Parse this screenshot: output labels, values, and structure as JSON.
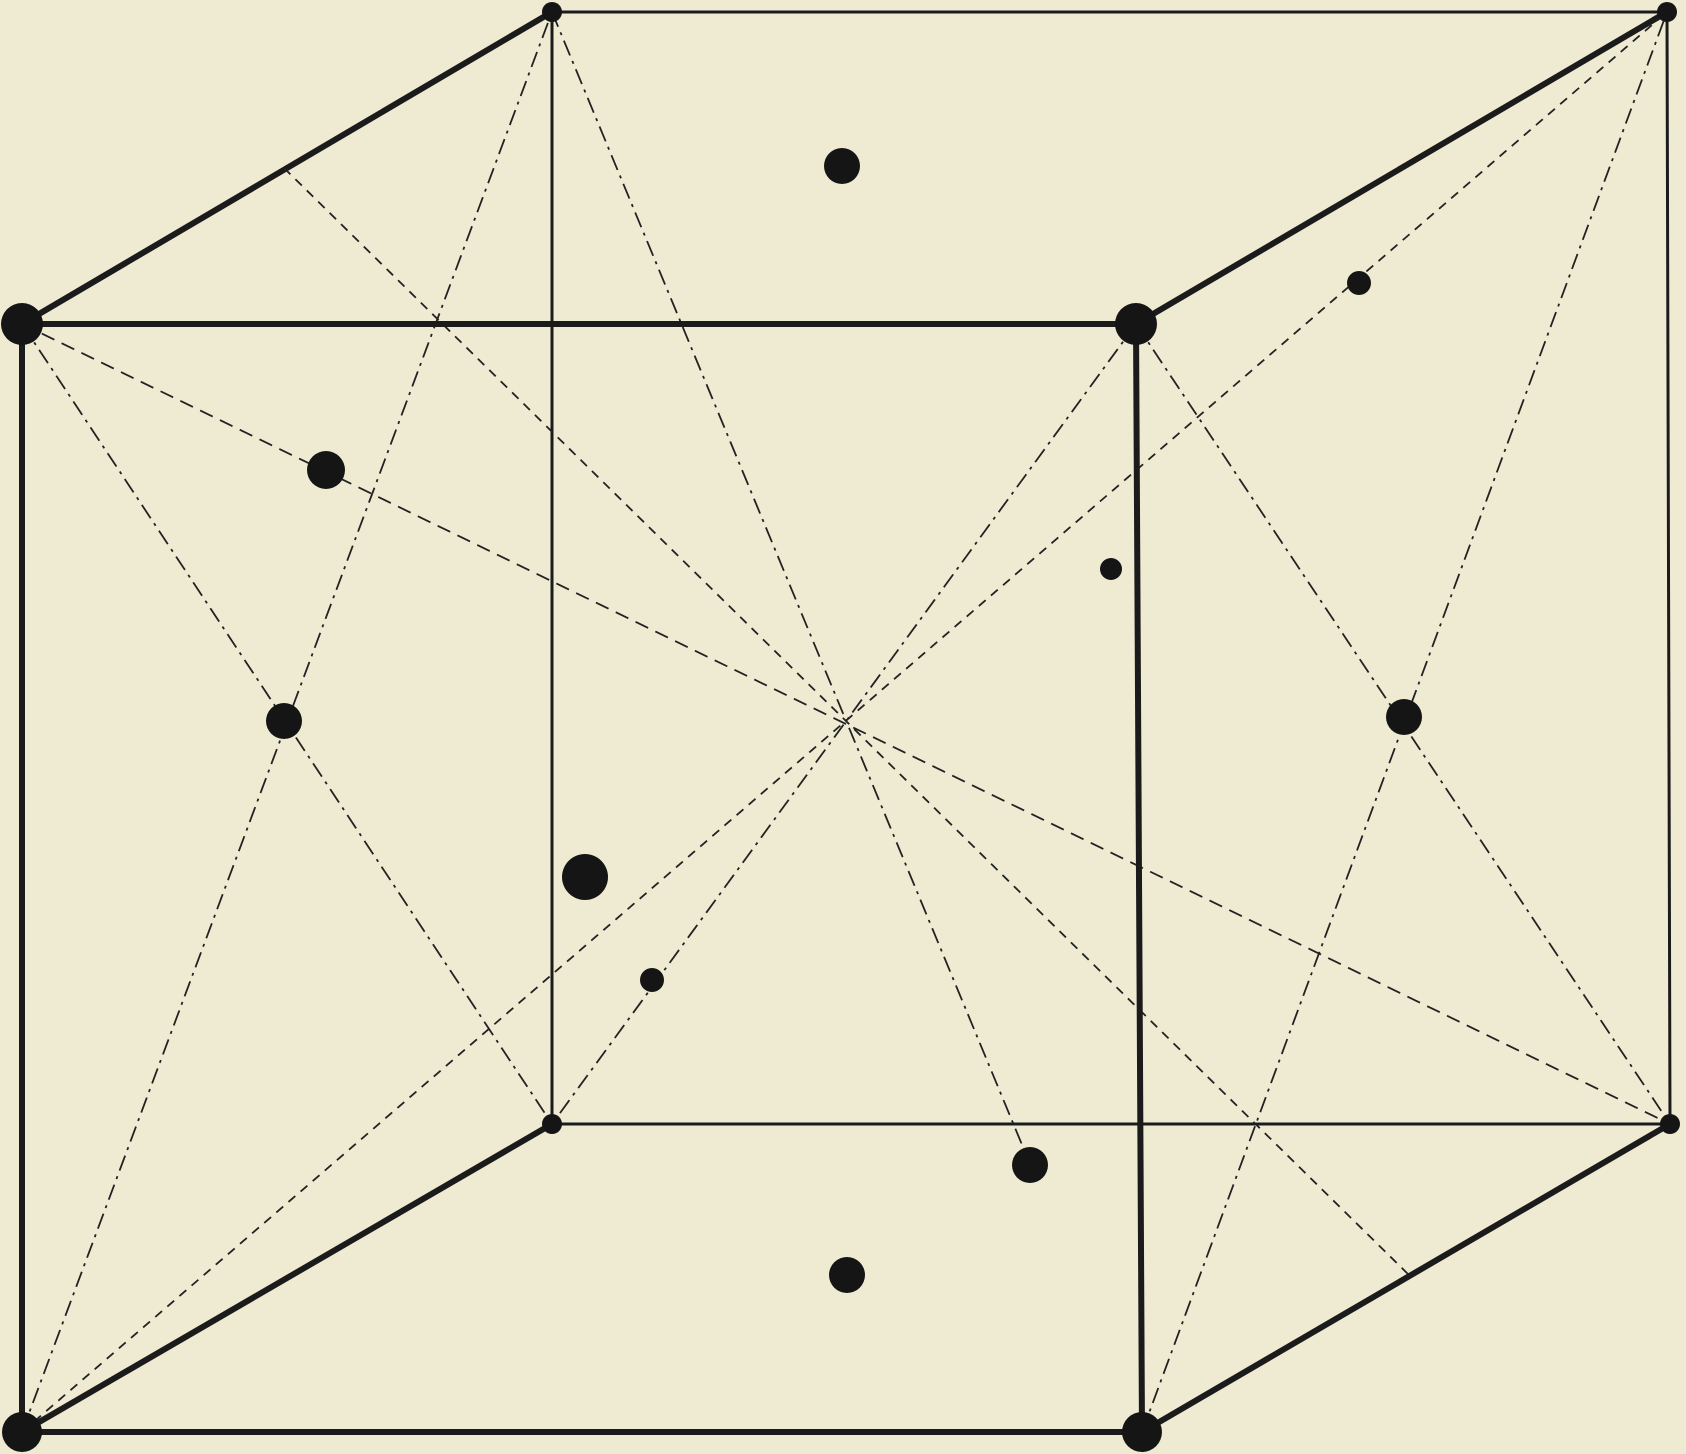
{
  "figure": {
    "background": "#efebd3",
    "ink": "#1b1b1b",
    "atom_sizes": [
      "large",
      "medium",
      "small"
    ]
  }
}
